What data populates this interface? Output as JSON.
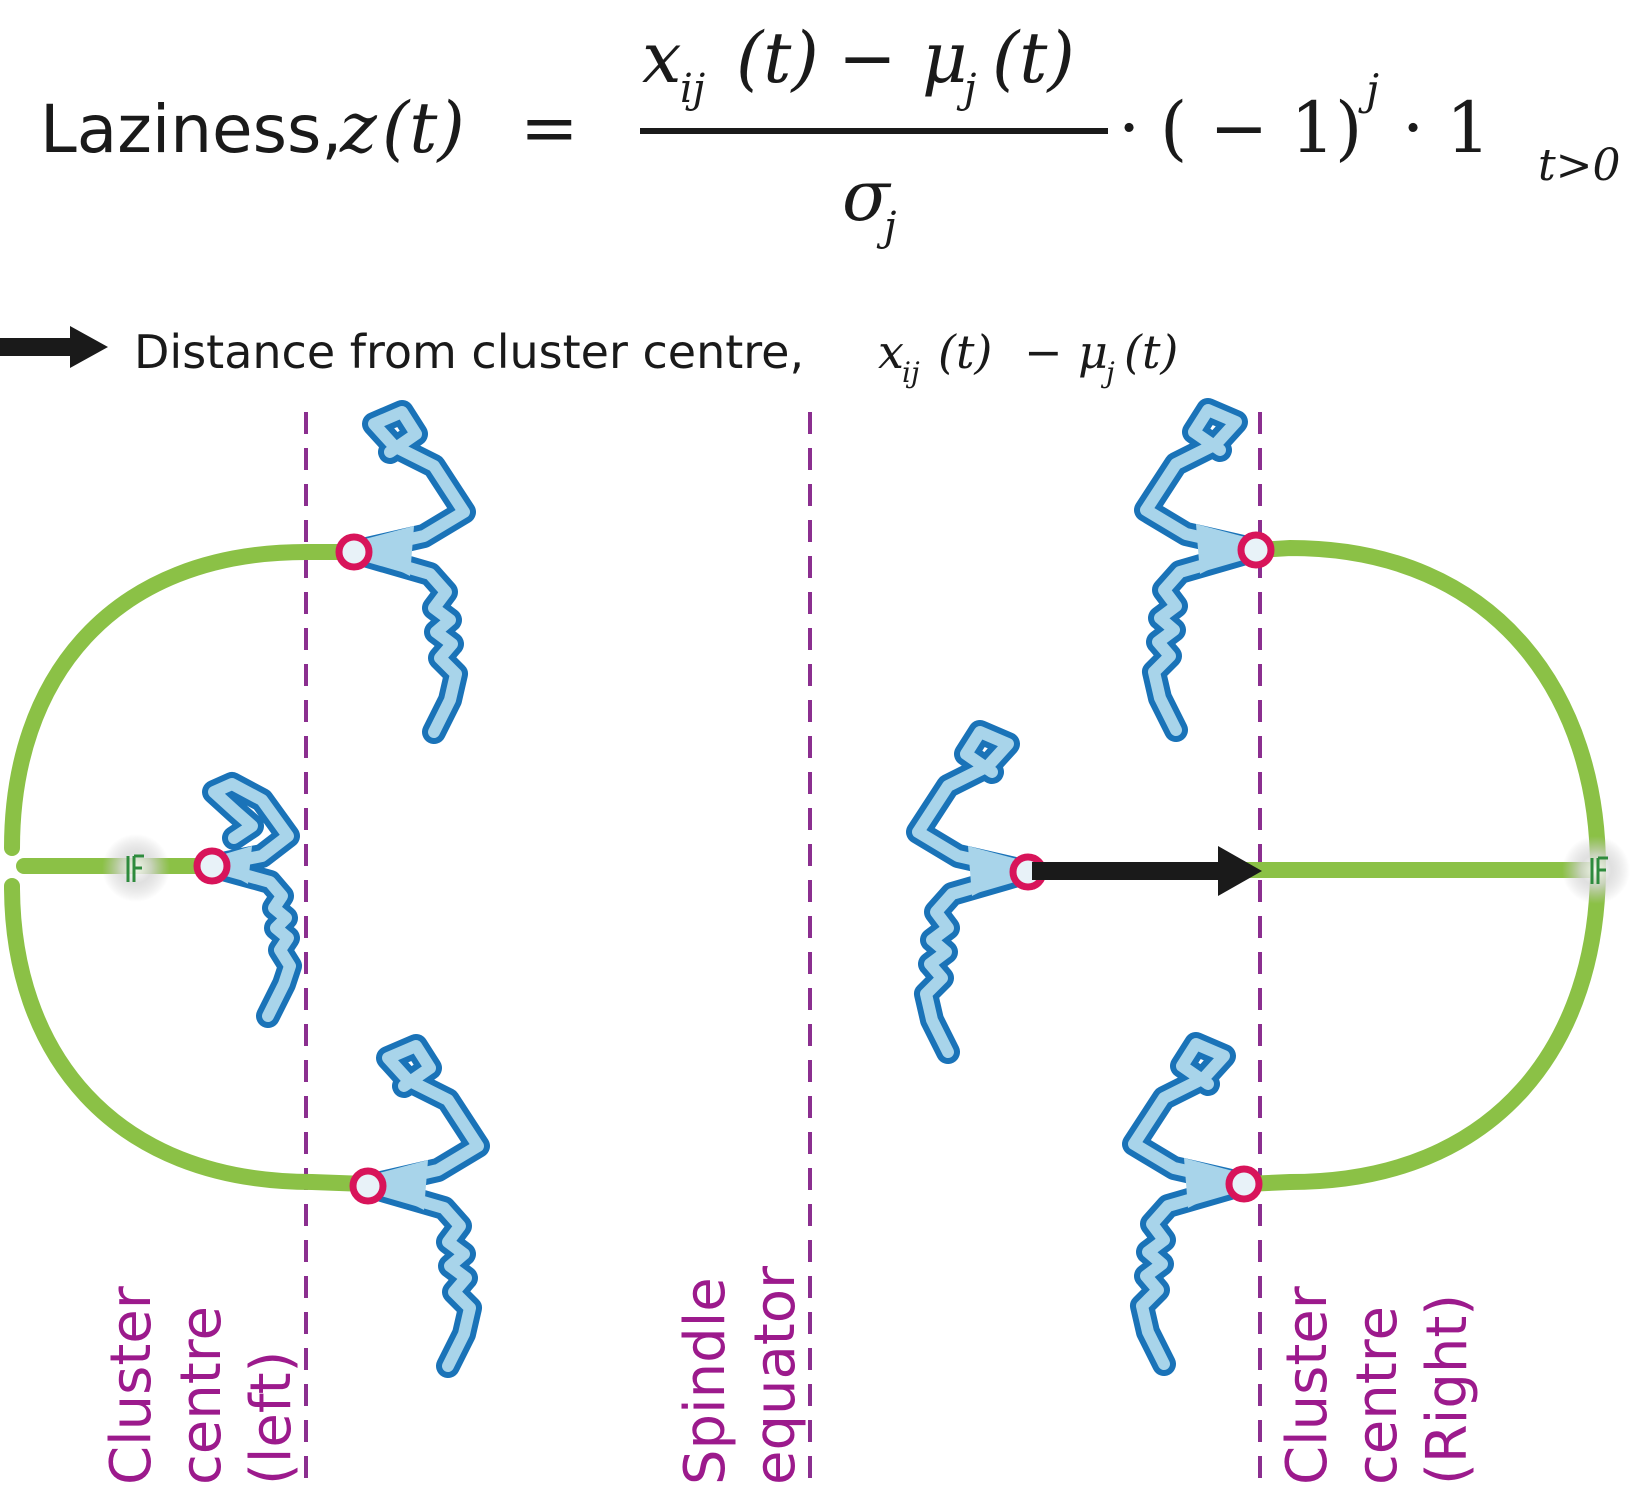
{
  "formula": {
    "lhs_word": "Laziness,",
    "lhs_var": "z",
    "lhs_arg": "(t)",
    "equals": "=",
    "num_x": "x",
    "num_x_sub": "ij",
    "num_x_arg": "(t)",
    "num_minus": "−",
    "num_mu": "μ",
    "num_mu_sub": "j",
    "num_mu_arg": "(t)",
    "den_sigma": "σ",
    "den_sub": "j",
    "dot1": "·",
    "neg_one": "( − 1)",
    "exp_j": "j",
    "dot2": "·",
    "indicator": "1",
    "indicator_sub": "t>0"
  },
  "legend": {
    "text": "Distance from cluster centre,",
    "x": "x",
    "x_sub": "ij",
    "x_arg": "(t)",
    "minus": "−",
    "mu": "μ",
    "mu_sub": "j",
    "mu_arg": "(t)"
  },
  "line_labels": {
    "left": [
      "Cluster",
      "centre",
      "(left)"
    ],
    "middle": [
      "Spindle",
      "equator"
    ],
    "right": [
      "Cluster",
      "centre",
      "(Right)"
    ]
  },
  "colors": {
    "spindle_fiber": "#8bc146",
    "chromosome_fill": "#a8d4ea",
    "chromosome_outline": "#1a73b8",
    "kinetochore": "#d8145a",
    "dashed_line": "#8b2f8f",
    "label_text": "#9c1a8c",
    "arrow": "#1a1a1a",
    "pole_glow": "#b8b8b8",
    "pole_mark": "#2e8b3d",
    "text": "#1a1a1a"
  }
}
